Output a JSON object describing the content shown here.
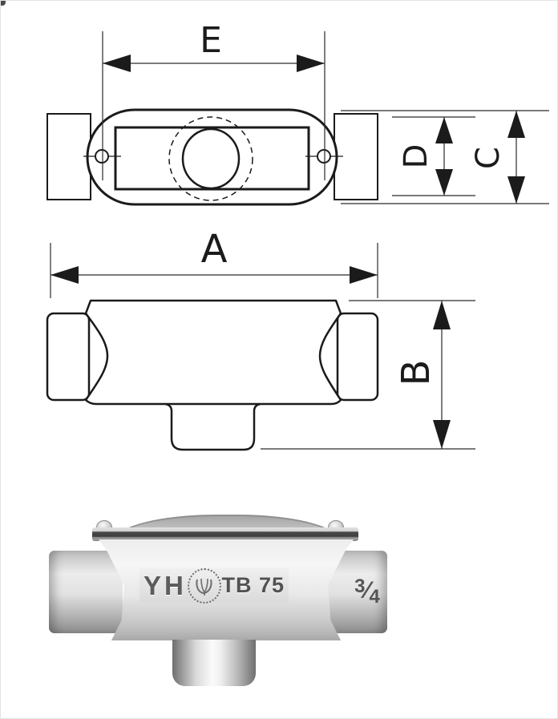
{
  "drawing": {
    "labels": {
      "e": "E",
      "a": "A",
      "b": "B",
      "c": "C",
      "d": "D"
    },
    "line_color": "#1b1b1b"
  },
  "product": {
    "brand": "YH",
    "model": "TB 75",
    "size": {
      "numerator": "3",
      "slash": "⁄",
      "denominator": "4"
    },
    "metal_color": "#c9c9c9",
    "marking_color": "#555555"
  },
  "icons": {
    "emblem": "gear-ring-monogram"
  }
}
